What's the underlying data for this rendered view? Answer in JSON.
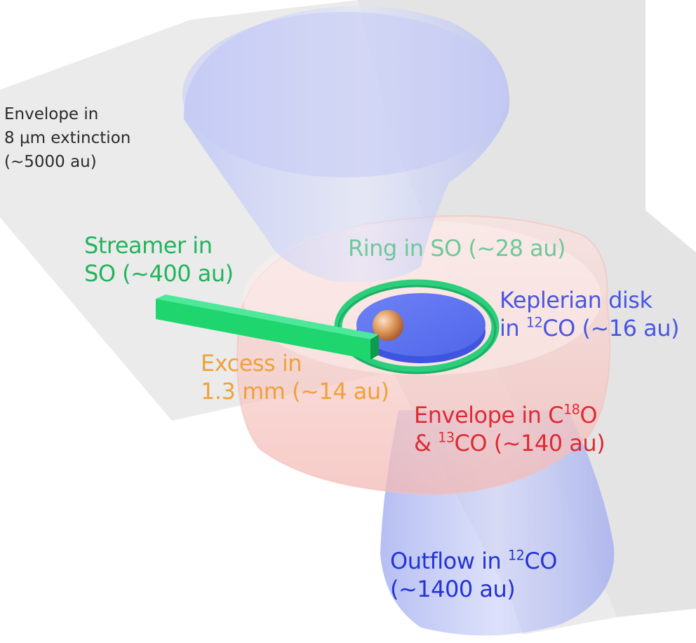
{
  "labels": {
    "envelope_extinction": {
      "line1": "Envelope in",
      "line2": "8 μm extinction",
      "line3": "(~5000 au)",
      "color": "#2a2a2a"
    },
    "streamer": {
      "line1": "Streamer in",
      "line2": "SO (~400 au)",
      "color": "#22b45c"
    },
    "ring": {
      "line1": "Ring in SO (~28 au)",
      "color": "#6fc89a"
    },
    "keplerian_disk": {
      "line1": "Keplerian disk",
      "line2_prefix": "in ",
      "line2_sup": "12",
      "line2_suffix": "CO (~16 au)",
      "color": "#4a56e0"
    },
    "excess": {
      "line1": "Excess in",
      "line2": "1.3 mm (~14 au)",
      "color": "#f0a13a"
    },
    "envelope_c18o": {
      "line1_prefix": "Envelope in C",
      "line1_sup": "18",
      "line1_suffix": "O",
      "line2_prefix": "& ",
      "line2_sup": "13",
      "line2_suffix": "CO (~140 au)",
      "color": "#e02a34"
    },
    "outflow": {
      "line1_prefix": "Outflow in ",
      "line1_sup": "12",
      "line1_suffix": "CO",
      "line2": "(~1400 au)",
      "color": "#2433d8"
    }
  },
  "colors": {
    "envelope_plane": "#e9e9e9",
    "outflow_cone": "#aab4f2",
    "envelope_torus": "#f6c6c2",
    "disk": "#5a72f0",
    "ring": "#2fd07a",
    "streamer": "#1ed56e",
    "excess_sphere": "#d98a4c"
  }
}
